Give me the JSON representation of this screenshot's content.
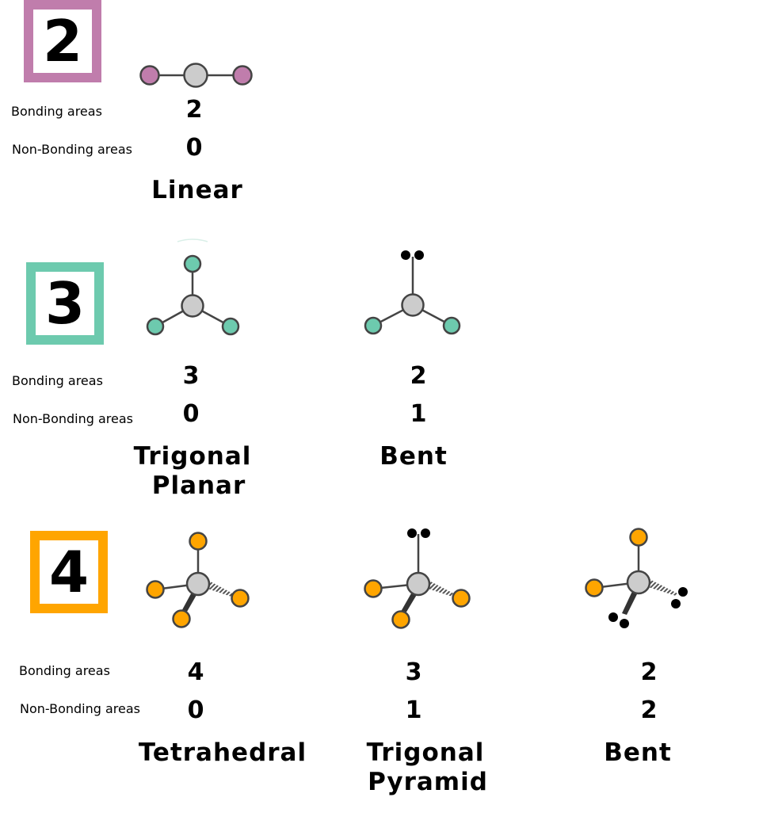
{
  "colors": {
    "two": "#c07dac",
    "three": "#6dcaae",
    "four": "#ffa500",
    "center_atom": "#cccccc",
    "bond": "#444444",
    "lone_pair": "#000000"
  },
  "labels": {
    "bonding": "Bonding areas",
    "non_bonding": "Non-Bonding areas"
  },
  "groups": [
    {
      "number": "2",
      "shapes": [
        {
          "bonding": "2",
          "non_bonding": "0",
          "name_lines": [
            "Linear"
          ]
        }
      ]
    },
    {
      "number": "3",
      "shapes": [
        {
          "bonding": "3",
          "non_bonding": "0",
          "name_lines": [
            "Trigonal",
            "Planar"
          ]
        },
        {
          "bonding": "2",
          "non_bonding": "1",
          "name_lines": [
            "Bent"
          ]
        }
      ]
    },
    {
      "number": "4",
      "shapes": [
        {
          "bonding": "4",
          "non_bonding": "0",
          "name_lines": [
            "Tetrahedral"
          ]
        },
        {
          "bonding": "3",
          "non_bonding": "1",
          "name_lines": [
            "Trigonal",
            "Pyramid"
          ]
        },
        {
          "bonding": "2",
          "non_bonding": "2",
          "name_lines": [
            "Bent"
          ]
        }
      ]
    }
  ]
}
